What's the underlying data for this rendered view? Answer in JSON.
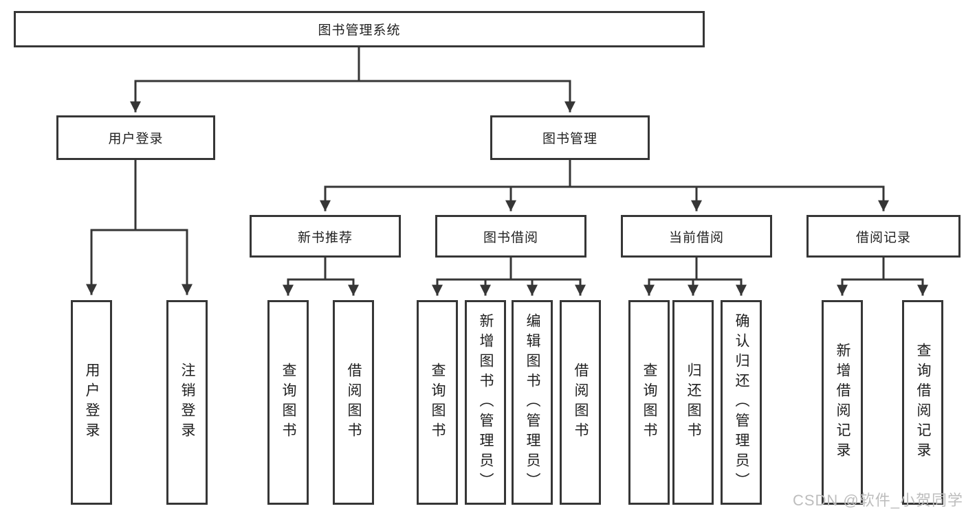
{
  "diagram": {
    "title": "图书管理系统",
    "level2": {
      "user_login": "用户登录",
      "book_mgmt": "图书管理"
    },
    "level3": {
      "new_book": "新书推荐",
      "book_borrow": "图书借阅",
      "current_borrow": "当前借阅",
      "borrow_records": "借阅记录"
    },
    "leaves": {
      "user_login": [
        "用户登录",
        "注销登录"
      ],
      "new_book": [
        "查询图书",
        "借阅图书"
      ],
      "book_borrow": [
        "查询图书",
        "新增图书（管理员）",
        "编辑图书（管理员）",
        "借阅图书"
      ],
      "current_borrow": [
        "查询图书",
        "归还图书",
        "确认归还（管理员）"
      ],
      "borrow_records": [
        "新增借阅记录",
        "查询借阅记录"
      ]
    }
  },
  "watermark": "CSDN @软件_小贺同学",
  "colors": {
    "line": "#363636",
    "text": "#1f1f1f",
    "background": "#ffffff",
    "watermark": "#bdbdbd"
  }
}
